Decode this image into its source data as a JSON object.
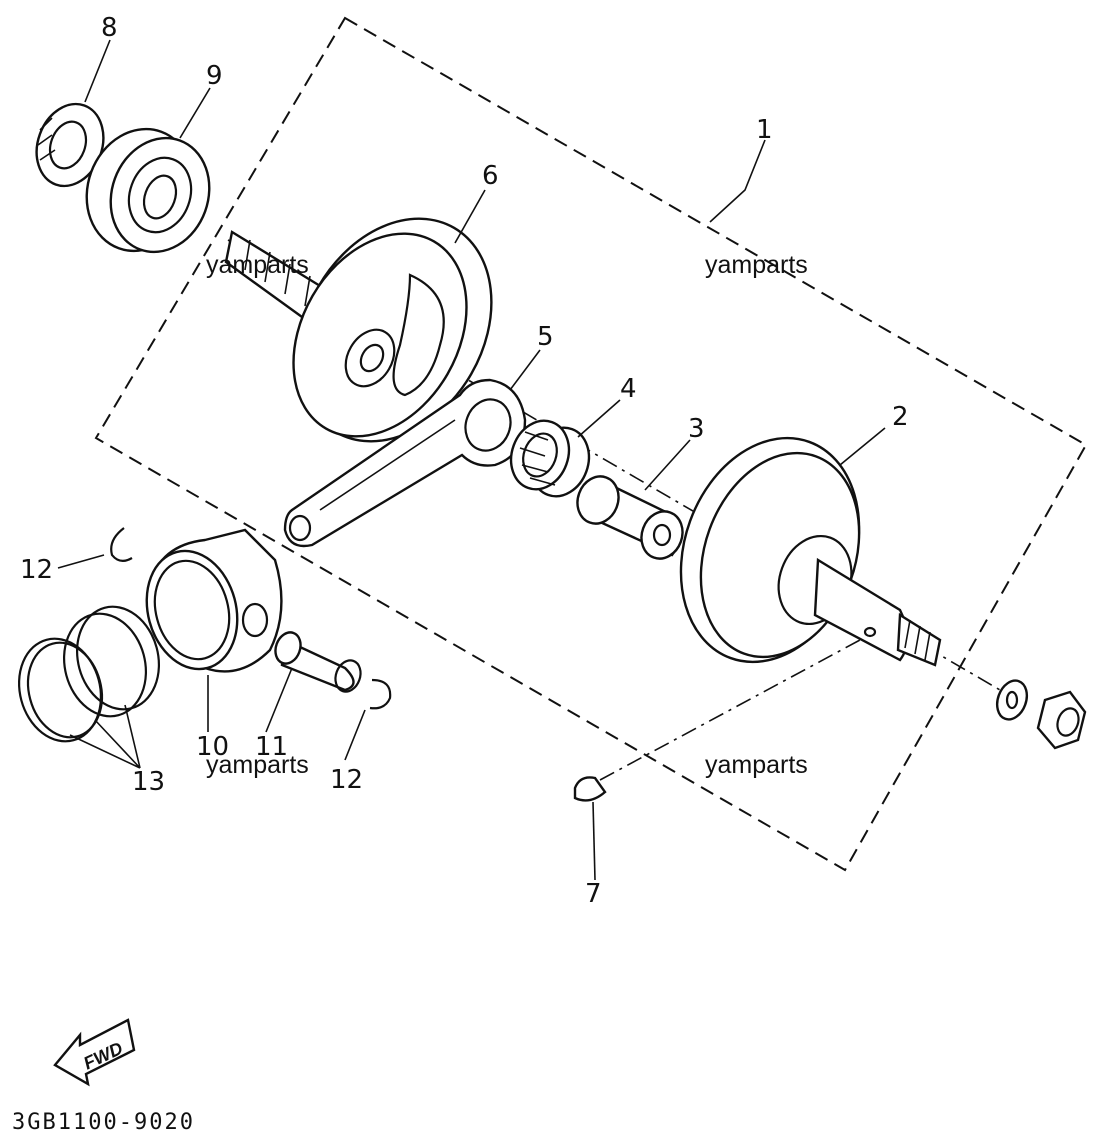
{
  "callouts": {
    "c1": "1",
    "c2": "2",
    "c3": "3",
    "c4": "4",
    "c5": "5",
    "c6": "6",
    "c7": "7",
    "c8": "8",
    "c9": "9",
    "c10": "10",
    "c11": "11",
    "c12a": "12",
    "c12b": "12",
    "c13": "13"
  },
  "watermarks": {
    "w1": "yamparts",
    "w2": "yamparts",
    "w3": "yamparts",
    "w4": "yamparts"
  },
  "fwd_label": "FWD",
  "diagram_code": "3GB1100-9020"
}
